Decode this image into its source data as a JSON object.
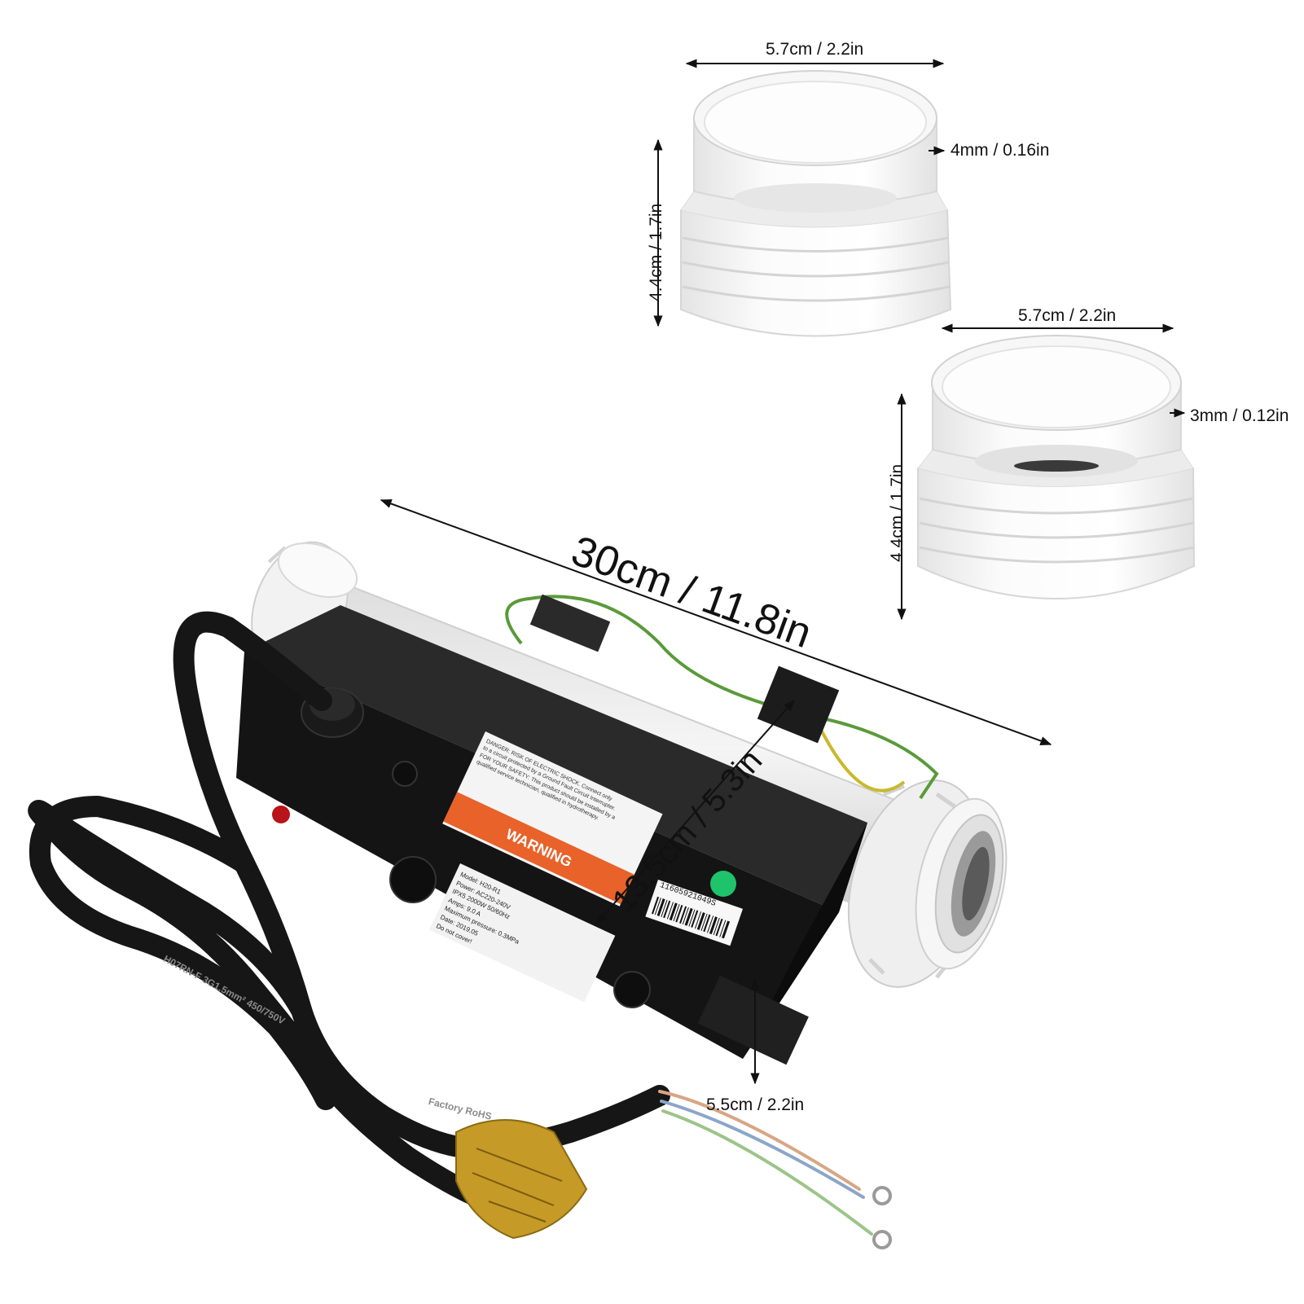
{
  "product": {
    "dimensions": {
      "fitting_large_width": "5.7cm / 2.2in",
      "fitting_large_wall": "4mm / 0.16in",
      "fitting_large_height": "4.4cm / 1.7in",
      "fitting_small_width": "5.7cm / 2.2in",
      "fitting_small_wall": "3mm / 0.12in",
      "fitting_small_height": "4.4cm / 1.7in",
      "heater_length": "30cm / 11.8in",
      "heater_width": "13.5cm / 5.3in",
      "heater_height": "5.5cm / 2.2in"
    },
    "warning_label": {
      "title": "WARNING",
      "line1": "DANGER: RISK OF ELECTRIC SHOCK. Connect only",
      "line2": "to a circuit protected by a Ground Fault Circuit Interrupter.",
      "line3": "FOR YOUR SAFETY: This product should be installed by a",
      "line4": "qualified service technician, qualified in hydrotherapy."
    },
    "spec_label": {
      "model": "Model: H20-R1",
      "power": "Power: AC220-240V",
      "rating": "IPX5  2000W  50/60Hz",
      "ampere": "Amps: 9.0 A",
      "pressure": "Maximum pressure: 0.3MPa",
      "date": "Date: 2019.05",
      "cover": "Do not cover!"
    },
    "barcode_text": "11605921049S",
    "cable_print_1": "H07RN-F 3G1.5mm² 450/750V",
    "cable_print_2": "Factory RoHS"
  },
  "colors": {
    "housing": "#141414",
    "fitting": "#f4f4f4",
    "cable": "#161616",
    "warning_orange": "#e8622a",
    "indicator_red": "#b8141a",
    "indicator_green": "#1fc36a",
    "ground_wire": "#5a9a3a"
  }
}
